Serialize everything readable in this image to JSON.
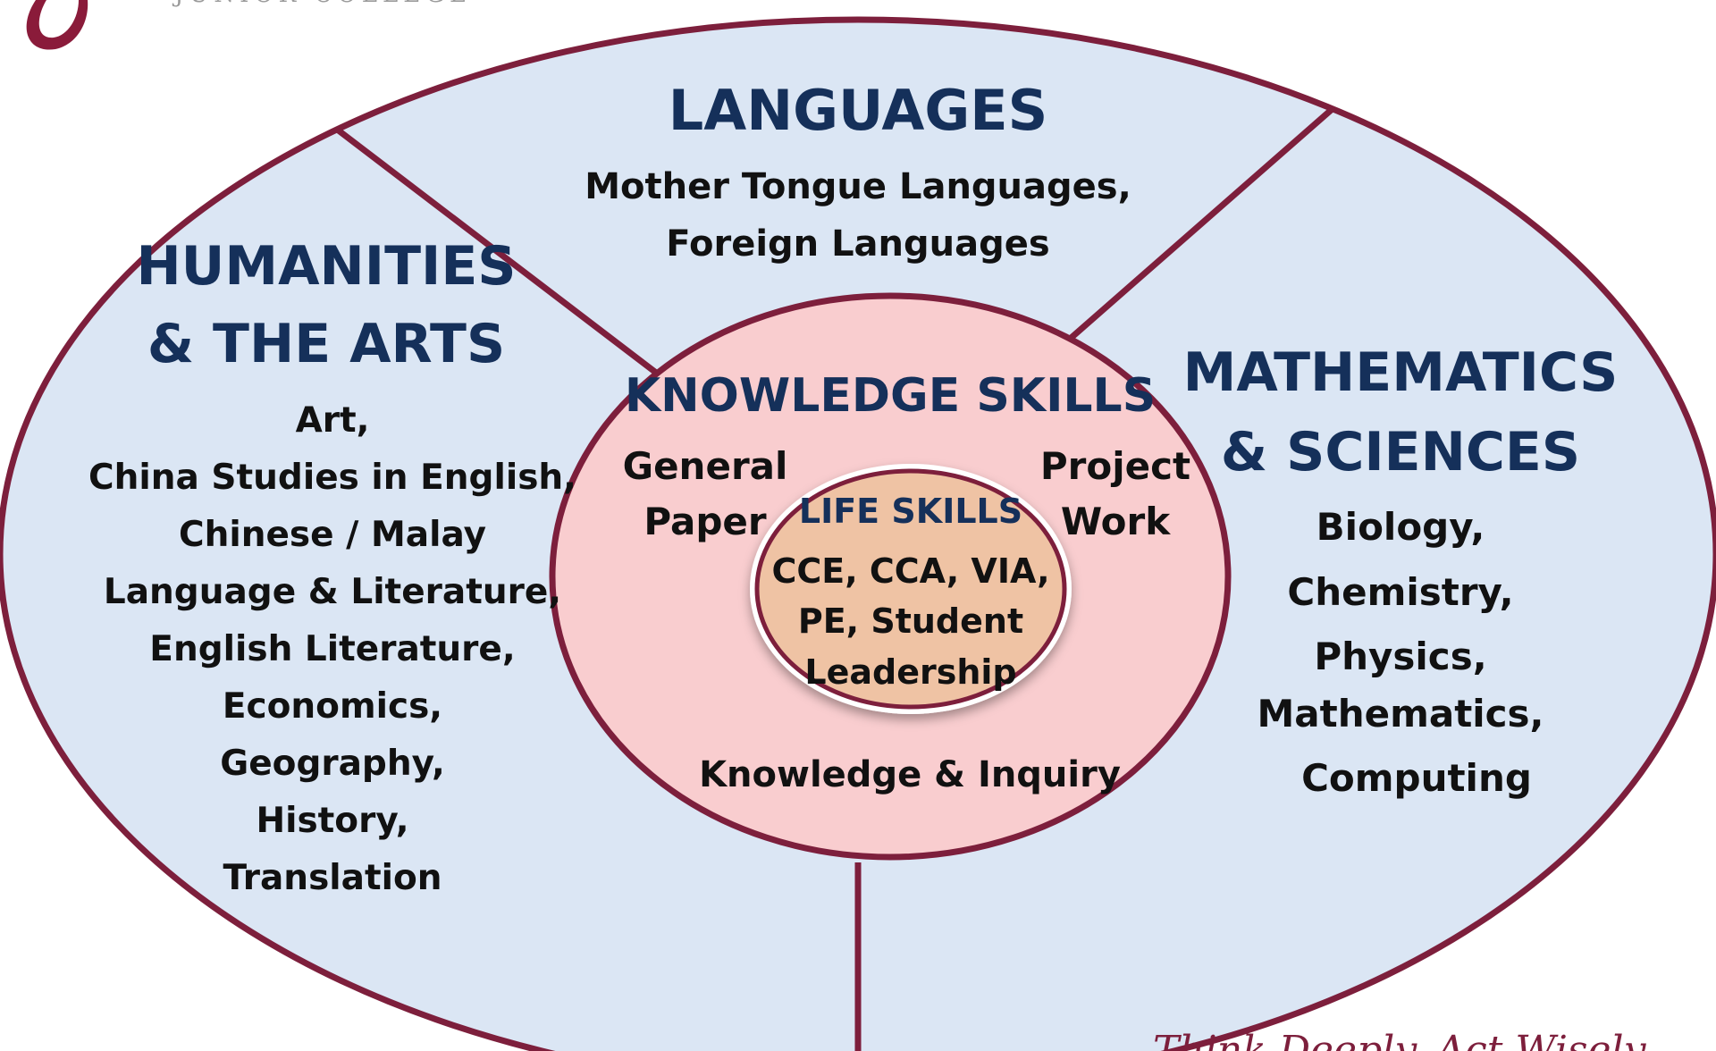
{
  "logo": {
    "college_text": "JUNIOR COLLEGE"
  },
  "colors": {
    "outline": "#7d1f3c",
    "outer_fill": "#dbe6f4",
    "knowledge_fill": "#f9cdcf",
    "life_fill": "#efc3a4",
    "heading": "#15305a",
    "text": "#111111"
  },
  "languages": {
    "title": "LANGUAGES",
    "lines": [
      "Mother Tongue Languages,",
      "Foreign Languages"
    ]
  },
  "humanities": {
    "title_lines": [
      "HUMANITIES",
      "& THE ARTS"
    ],
    "lines": [
      "Art,",
      "China Studies in English,",
      "Chinese / Malay",
      "Language & Literature,",
      "English Literature,",
      "Economics,",
      "Geography,",
      "History,",
      "Translation"
    ]
  },
  "maths_sciences": {
    "title_lines": [
      "MATHEMATICS",
      "& SCIENCES"
    ],
    "lines": [
      "Biology,",
      "Chemistry,",
      "Physics,",
      "Mathematics,",
      "Computing"
    ]
  },
  "knowledge_skills": {
    "title": "KNOWLEDGE SKILLS",
    "general_paper": [
      "General",
      "Paper"
    ],
    "project_work": [
      "Project",
      "Work"
    ],
    "knowledge_inquiry": "Knowledge & Inquiry"
  },
  "life_skills": {
    "title": "LIFE SKILLS",
    "lines": [
      "CCE, CCA, VIA,",
      "PE, Student",
      "Leadership"
    ]
  },
  "tagline": "Think Deeply, Act Wisely"
}
